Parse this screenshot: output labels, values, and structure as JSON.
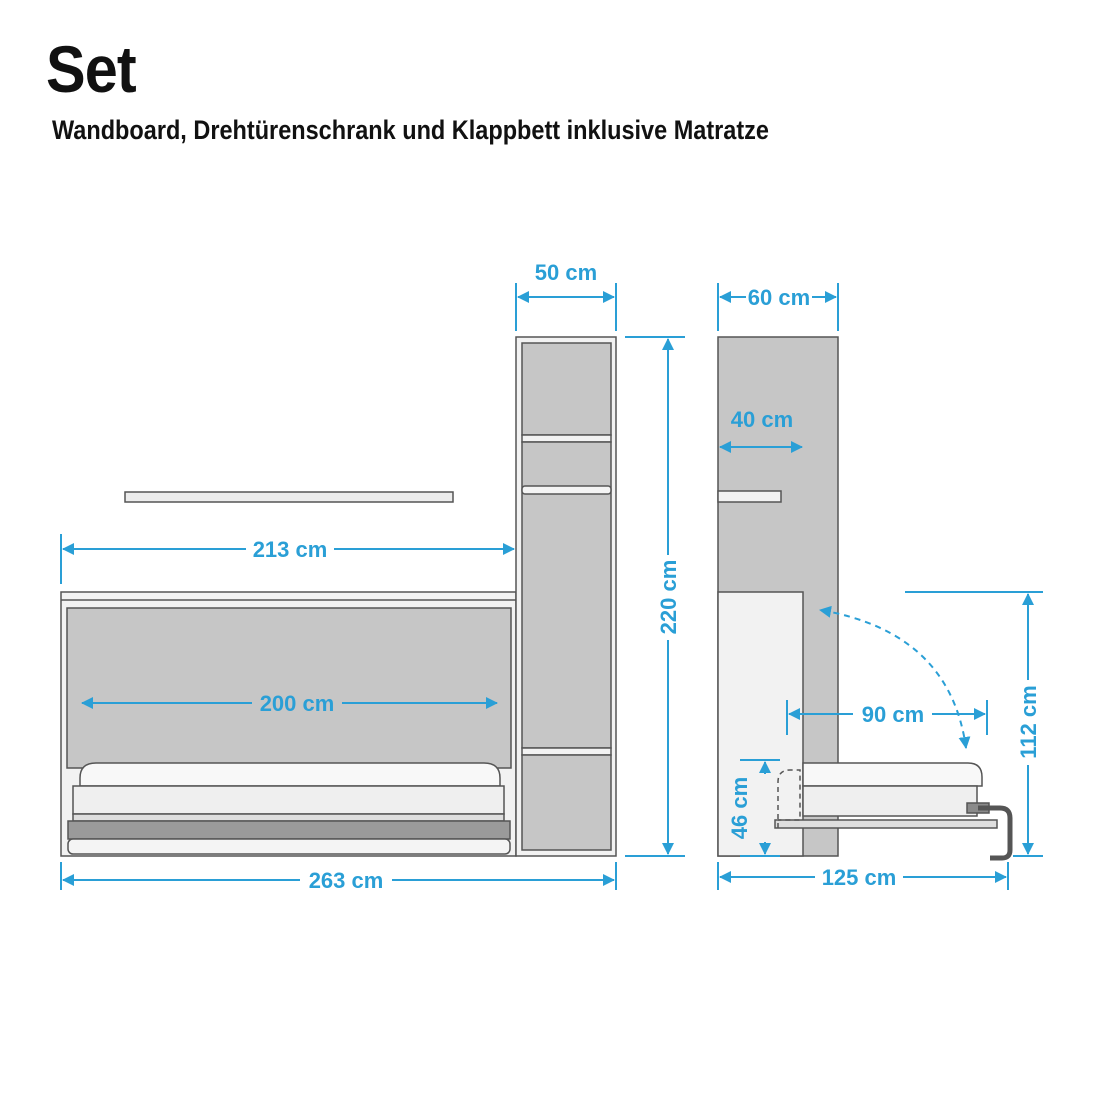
{
  "header": {
    "title": "Set",
    "subtitle": "Wandboard, Drehtürenschrank und Klappbett inklusive Matratze"
  },
  "dimensions": {
    "wardrobe_width": "50 cm",
    "side_depth": "60 cm",
    "shelf_depth": "40 cm",
    "bed_module_width": "213 cm",
    "total_height": "220 cm",
    "mattress_length": "200 cm",
    "bed_height_open": "112 cm",
    "bed_depth_open": "90 cm",
    "bed_surface_height": "46 cm",
    "total_width": "263 cm",
    "total_depth_open": "125 cm"
  },
  "colors": {
    "dimension": "#2a9fd6",
    "outline": "#555555",
    "panel": "#c6c6c6",
    "light_panel": "#f4f4f4"
  }
}
